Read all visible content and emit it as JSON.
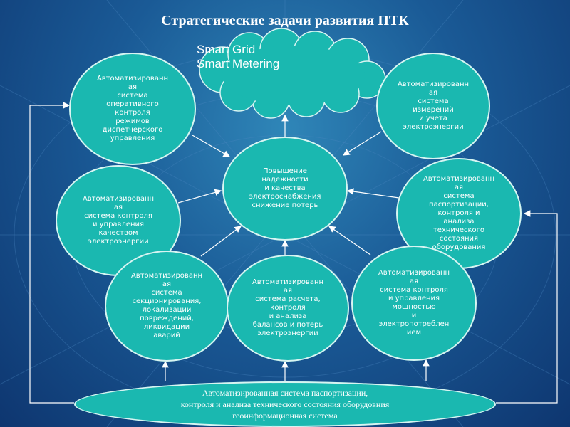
{
  "title": "Стратегические задачи развития ПТК",
  "cloud": {
    "text": "Smart Grid\nSmart Metering"
  },
  "center": {
    "text": "Повышение\nнадежности\nи качества\nэлектроснабжения\nснижение потерь"
  },
  "nodes": {
    "operative": "Автоматизированн\nая\nсистема\nоперативного\nконтроля\nрежимов\nдиспетчерского\nуправления",
    "metering": "Автоматизированн\nая\nсистема\nизмерений\nи учета\nэлектроэнергии",
    "quality": "Автоматизированн\nая\nсистема контроля\nи управления\nкачеством\nэлектроэнергии",
    "passport": "Автоматизированн\nая\nсистема\nпаспортизации,\nконтроля и\nанализа\nтехнического\nсостояния\nоборудования",
    "sectioning": "Автоматизированн\nая\nсистема\nсекционирования,\nлокализации\nповреждений,\nликвидации\nаварий",
    "calculation": "Автоматизированн\nая\nсистема расчета,\nконтроля\nи анализа\nбалансов и потерь\nэлектроэнергии",
    "power": "Автоматизированн\nая\nсистема контроля\nи управления\nмощностью\nи\nэлектропотреблен\nием"
  },
  "bottom": {
    "text": "Автоматизированная система паспортизации,\nконтроля и анализа технического состояния оборудовния\nгеоинформационная система"
  },
  "colors": {
    "node_fill": "#1ab8b0",
    "accent_line": "#d8f4f2",
    "background": "#1a5a96"
  }
}
